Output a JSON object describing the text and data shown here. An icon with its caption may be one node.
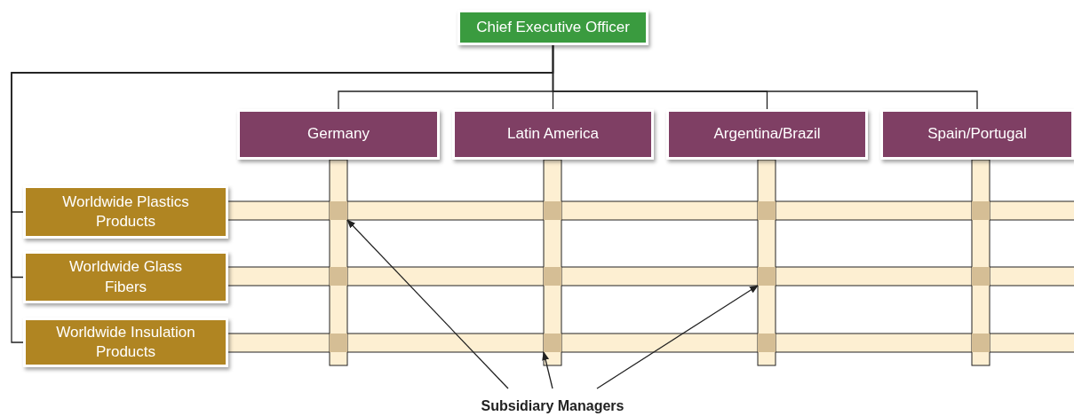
{
  "diagram": {
    "nodes": [
      {
        "text": [
          "Chief Executive Officer"
        ]
      },
      {
        "text": [
          "Germany"
        ]
      },
      {
        "text": [
          "Latin America"
        ]
      },
      {
        "text": [
          "Argentina/Brazil"
        ]
      },
      {
        "text": [
          "Spain/Portugal"
        ]
      },
      {
        "text": [
          "Worldwide Plastics Products"
        ]
      },
      {
        "text": [
          "Worldwide Glass Fibers"
        ]
      },
      {
        "text": [
          "Worldwide Insulation Products"
        ]
      },
      {
        "text": [
          "Subsidiary Managers"
        ]
      },
      {
        "text": [],
        "shape": "box"
      },
      {
        "text": [],
        "shape": "box"
      },
      {
        "text": [],
        "shape": "box"
      }
    ],
    "edges": [
      {
        "from": 0,
        "to": 1,
        "arrow": "none"
      },
      {
        "from": 0,
        "to": 2,
        "arrow": "none"
      },
      {
        "from": 0,
        "to": 3,
        "arrow": "none"
      },
      {
        "from": 0,
        "to": 4,
        "arrow": "none"
      },
      {
        "from": 0,
        "to": 5,
        "arrow": "none"
      },
      {
        "from": 0,
        "to": 6,
        "arrow": "none"
      },
      {
        "from": 0,
        "to": 7,
        "arrow": "none"
      },
      {
        "from": 8,
        "to": 9,
        "arrow": "to"
      },
      {
        "from": 8,
        "to": 10,
        "arrow": "to"
      },
      {
        "from": 8,
        "to": 11,
        "arrow": "to"
      }
    ]
  }
}
